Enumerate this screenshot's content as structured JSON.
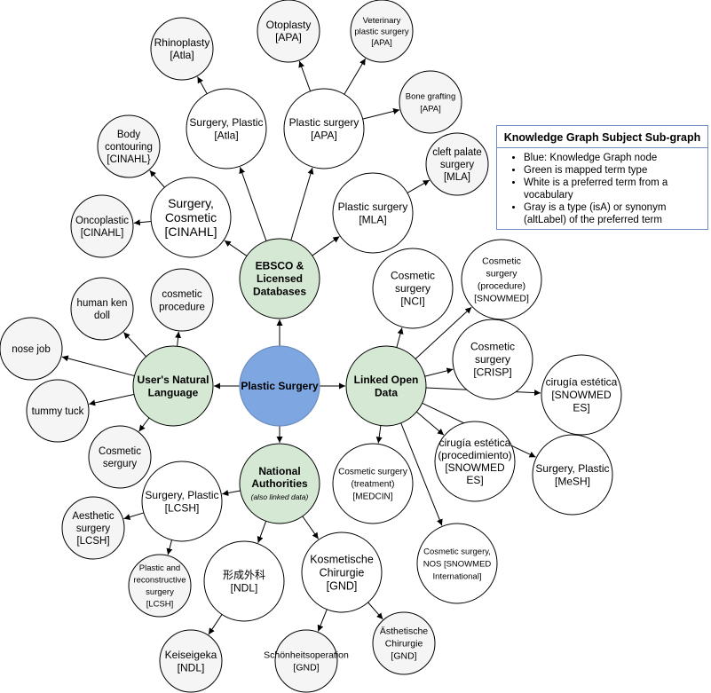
{
  "colors": {
    "kg_fill": "#7ea6e0",
    "kg_stroke": "#6c8ebf",
    "green_fill": "#d5e8d4",
    "green_stroke": "#82b366",
    "white_fill": "#ffffff",
    "gray_fill": "#f5f5f5",
    "stroke": "#000000",
    "legend_border": "#6c8ebf"
  },
  "legend": {
    "title": "Knowledge Graph Subject Sub-graph",
    "items": [
      "Blue: Knowledge Graph node",
      "Green is mapped term type",
      "White is a preferred term from a vocabulary",
      "Gray is a type (isA) or synonym (altLabel) of the preferred term"
    ]
  },
  "nodes": [
    {
      "id": "plastic-surgery",
      "kind": "kg",
      "lines": [
        "Plastic Surgery"
      ],
      "bold": true
    },
    {
      "id": "ebsco",
      "kind": "green",
      "lines": [
        "EBSCO &",
        "Licensed",
        "Databases"
      ],
      "bold": true
    },
    {
      "id": "users-language",
      "kind": "green",
      "lines": [
        "User's Natural",
        "Language"
      ],
      "bold": true
    },
    {
      "id": "linked-open-data",
      "kind": "green",
      "lines": [
        "Linked Open",
        "Data"
      ],
      "bold": true
    },
    {
      "id": "national-authorities",
      "kind": "green",
      "lines": [
        "National",
        "Authorities",
        "(also linked data)"
      ],
      "bold": true
    },
    {
      "id": "surgery-plastic-atla",
      "kind": "white",
      "lines": [
        "Surgery, Plastic",
        "[Atla]"
      ]
    },
    {
      "id": "plastic-surgery-apa",
      "kind": "white",
      "lines": [
        "Plastic surgery",
        "[APA]"
      ]
    },
    {
      "id": "plastic-surgery-mla",
      "kind": "white",
      "lines": [
        "Plastic surgery",
        "[MLA]"
      ]
    },
    {
      "id": "surgery-cosmetic-cinahl",
      "kind": "white",
      "lines": [
        "Surgery,",
        "Cosmetic",
        "[CINAHL]"
      ]
    },
    {
      "id": "rhinoplasty-atla",
      "kind": "gray",
      "lines": [
        "Rhinoplasty",
        "[Atla]"
      ]
    },
    {
      "id": "otoplasty-apa",
      "kind": "gray",
      "lines": [
        "Otoplasty",
        "[APA]"
      ]
    },
    {
      "id": "veterinary-apa",
      "kind": "gray",
      "lines": [
        "Veterinary",
        "plastic surgery",
        "[APA]"
      ]
    },
    {
      "id": "bone-grafting-apa",
      "kind": "gray",
      "lines": [
        "Bone grafting",
        "[APA]"
      ]
    },
    {
      "id": "cleft-palate-mla",
      "kind": "gray",
      "lines": [
        "cleft palate",
        "surgery",
        "[MLA]"
      ]
    },
    {
      "id": "body-contouring-cinahl",
      "kind": "gray",
      "lines": [
        "Body",
        "contouring",
        "[CINAHL}"
      ]
    },
    {
      "id": "oncoplastic-cinahl",
      "kind": "gray",
      "lines": [
        "Oncoplastic",
        "[CINAHL]"
      ]
    },
    {
      "id": "human-ken-doll",
      "kind": "gray",
      "lines": [
        "human ken",
        "doll"
      ]
    },
    {
      "id": "cosmetic-procedure",
      "kind": "gray",
      "lines": [
        "cosmetic",
        "procedure"
      ]
    },
    {
      "id": "nose-job",
      "kind": "gray",
      "lines": [
        "nose job"
      ]
    },
    {
      "id": "tummy-tuck",
      "kind": "gray",
      "lines": [
        "tummy tuck"
      ]
    },
    {
      "id": "cosmetic-sergury",
      "kind": "gray",
      "lines": [
        "Cosmetic",
        "sergury"
      ]
    },
    {
      "id": "cosmetic-surgery-nci",
      "kind": "white",
      "lines": [
        "Cosmetic",
        "surgery",
        "[NCI]"
      ]
    },
    {
      "id": "cosmetic-surgery-procedure-snomed",
      "kind": "white",
      "lines": [
        "Cosmetic",
        "surgery",
        "(procedure)",
        "[SNOWMED]"
      ]
    },
    {
      "id": "cosmetic-surgery-crisp",
      "kind": "white",
      "lines": [
        "Cosmetic",
        "surgery",
        "[CRISP]"
      ]
    },
    {
      "id": "cirugia-estetica-snomed-es",
      "kind": "white",
      "lines": [
        "cirugía estética",
        "[SNOWMED",
        "ES]"
      ]
    },
    {
      "id": "surgery-plastic-mesh",
      "kind": "white",
      "lines": [
        "Surgery, Plastic",
        "[MeSH]"
      ]
    },
    {
      "id": "cirugia-procedimiento-snomed-es",
      "kind": "white",
      "lines": [
        "cirugía estética",
        "(procedimiento)",
        "[SNOWMED",
        "ES]"
      ]
    },
    {
      "id": "cosmetic-surgery-medcin",
      "kind": "white",
      "lines": [
        "Cosmetic surgery",
        "(treatment)",
        "[MEDCIN]"
      ]
    },
    {
      "id": "cosmetic-surgery-nos-snomed",
      "kind": "white",
      "lines": [
        "Cosmetic surgery,",
        "NOS [SNOWMED",
        "International]"
      ]
    },
    {
      "id": "surgery-plastic-lcsh",
      "kind": "white",
      "lines": [
        "Surgery, Plastic",
        "[LCSH]"
      ]
    },
    {
      "id": "aesthetic-surgery-lcsh",
      "kind": "gray",
      "lines": [
        "Aesthetic",
        "surgery",
        "[LCSH]"
      ]
    },
    {
      "id": "plastic-reconstructive-lcsh",
      "kind": "gray",
      "lines": [
        "Plastic and",
        "reconstructive",
        "surgery",
        "[LCSH]"
      ]
    },
    {
      "id": "keiseigeka-ndl-ja",
      "kind": "white",
      "lines": [
        "形成外科",
        "[NDL]"
      ]
    },
    {
      "id": "keiseigeka-ndl",
      "kind": "gray",
      "lines": [
        "Keiseigeka",
        "[NDL]"
      ]
    },
    {
      "id": "kosmetische-chirurgie-gnd",
      "kind": "white",
      "lines": [
        "Kosmetische",
        "Chirurgie",
        "[GND]"
      ]
    },
    {
      "id": "schoenheitsoperation-gnd",
      "kind": "gray",
      "lines": [
        "Schönheitsoperation",
        "[GND]"
      ]
    },
    {
      "id": "asthetische-chirurgie-gnd",
      "kind": "gray",
      "lines": [
        "Ästhetische",
        "Chirurgie",
        "[GND]"
      ]
    }
  ],
  "edges": [
    [
      "plastic-surgery",
      "ebsco"
    ],
    [
      "plastic-surgery",
      "users-language"
    ],
    [
      "plastic-surgery",
      "linked-open-data"
    ],
    [
      "plastic-surgery",
      "national-authorities"
    ],
    [
      "ebsco",
      "surgery-plastic-atla"
    ],
    [
      "ebsco",
      "plastic-surgery-apa"
    ],
    [
      "ebsco",
      "plastic-surgery-mla"
    ],
    [
      "ebsco",
      "surgery-cosmetic-cinahl"
    ],
    [
      "surgery-plastic-atla",
      "rhinoplasty-atla"
    ],
    [
      "plastic-surgery-apa",
      "otoplasty-apa"
    ],
    [
      "plastic-surgery-apa",
      "veterinary-apa"
    ],
    [
      "plastic-surgery-apa",
      "bone-grafting-apa"
    ],
    [
      "plastic-surgery-mla",
      "cleft-palate-mla"
    ],
    [
      "surgery-cosmetic-cinahl",
      "body-contouring-cinahl"
    ],
    [
      "surgery-cosmetic-cinahl",
      "oncoplastic-cinahl"
    ],
    [
      "users-language",
      "human-ken-doll"
    ],
    [
      "users-language",
      "cosmetic-procedure"
    ],
    [
      "users-language",
      "nose-job"
    ],
    [
      "users-language",
      "tummy-tuck"
    ],
    [
      "users-language",
      "cosmetic-sergury"
    ],
    [
      "linked-open-data",
      "cosmetic-surgery-nci"
    ],
    [
      "linked-open-data",
      "cosmetic-surgery-procedure-snomed"
    ],
    [
      "linked-open-data",
      "cosmetic-surgery-crisp"
    ],
    [
      "linked-open-data",
      "cirugia-estetica-snomed-es"
    ],
    [
      "linked-open-data",
      "surgery-plastic-mesh"
    ],
    [
      "linked-open-data",
      "cirugia-procedimiento-snomed-es"
    ],
    [
      "linked-open-data",
      "cosmetic-surgery-medcin"
    ],
    [
      "linked-open-data",
      "cosmetic-surgery-nos-snomed"
    ],
    [
      "national-authorities",
      "surgery-plastic-lcsh"
    ],
    [
      "national-authorities",
      "keiseigeka-ndl-ja"
    ],
    [
      "national-authorities",
      "kosmetische-chirurgie-gnd"
    ],
    [
      "surgery-plastic-lcsh",
      "aesthetic-surgery-lcsh"
    ],
    [
      "surgery-plastic-lcsh",
      "plastic-reconstructive-lcsh"
    ],
    [
      "keiseigeka-ndl-ja",
      "keiseigeka-ndl"
    ],
    [
      "kosmetische-chirurgie-gnd",
      "schoenheitsoperation-gnd"
    ],
    [
      "kosmetische-chirurgie-gnd",
      "asthetische-chirurgie-gnd"
    ]
  ]
}
